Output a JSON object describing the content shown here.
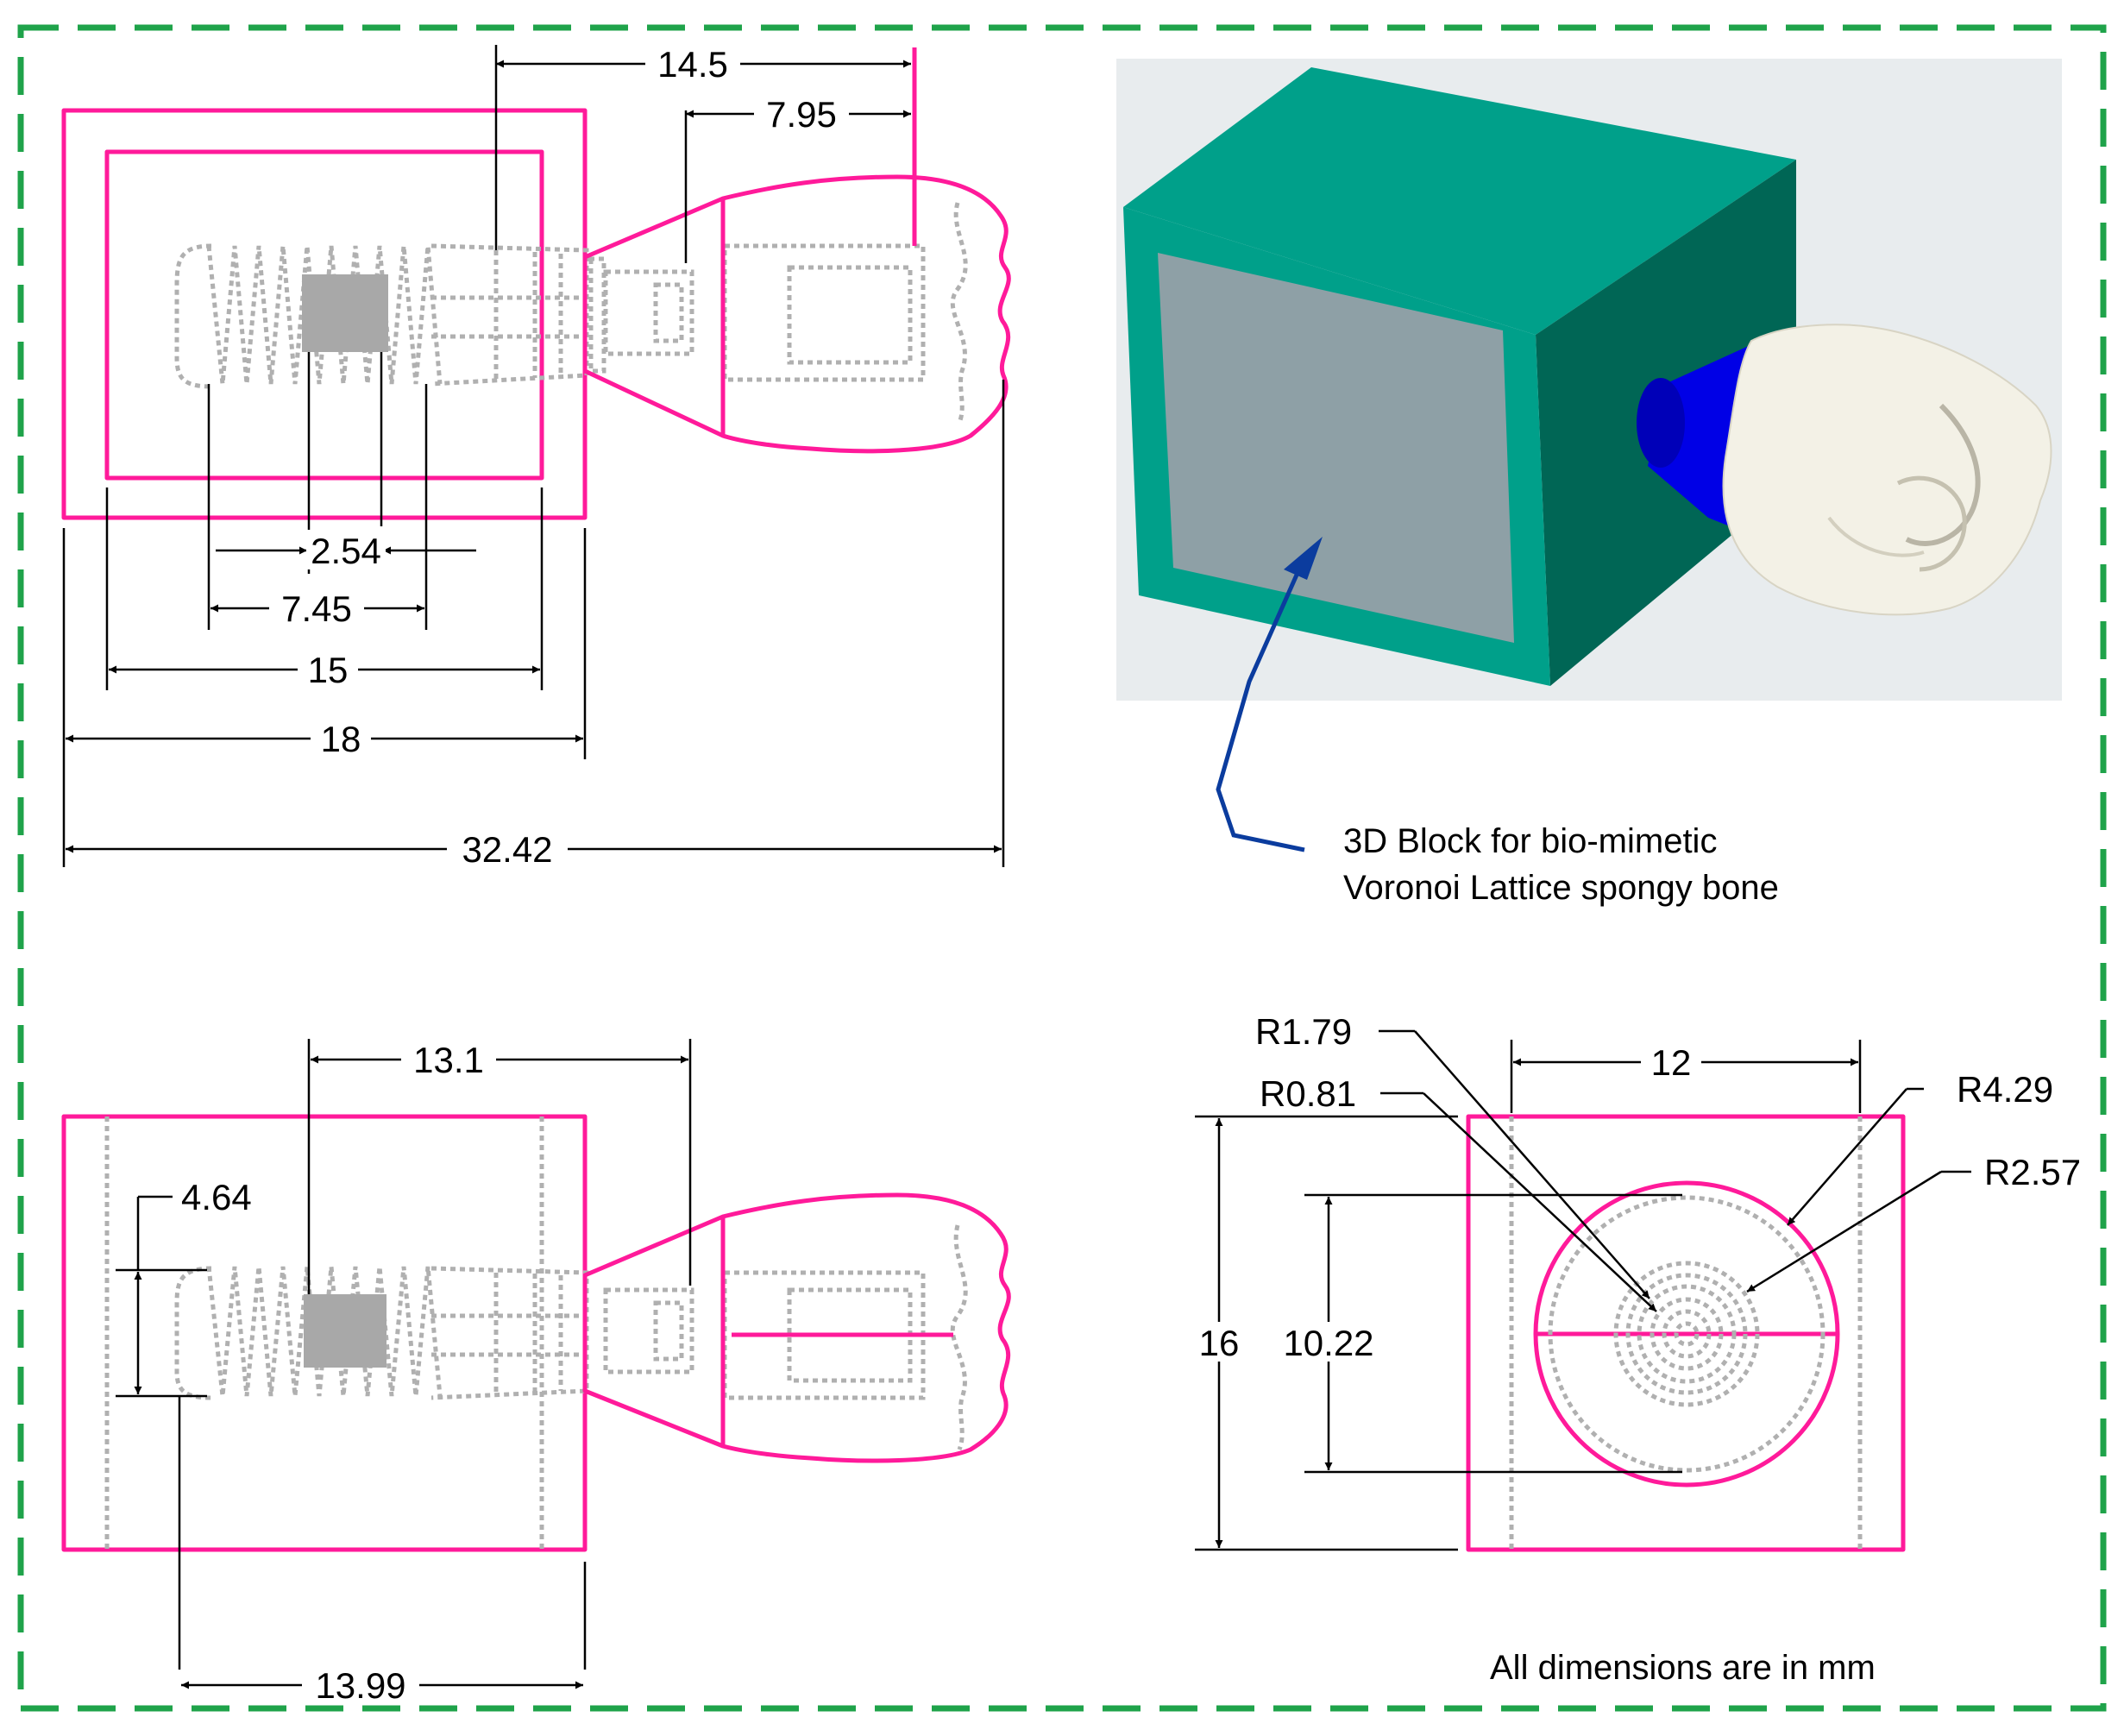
{
  "colors": {
    "border": "#1fa34a",
    "outline": "#ff1a9a",
    "hidden": "#b0b0b0",
    "block_front": "#00a08a",
    "block_side": "#006655",
    "block_cavity": "#8ea0a6",
    "cone": "#0000e6",
    "crown": "#f3f1e6",
    "render_bg": "#e8ecee",
    "callout_arrow": "#0b3c9e"
  },
  "top_view": {
    "dim_14_5": "14.5",
    "dim_7_95": "7.95",
    "dim_2_54": "2.54",
    "dim_7_45": "7.45",
    "dim_15": "15",
    "dim_18": "18",
    "dim_32_42": "32.42"
  },
  "front_view": {
    "dim_13_1": "13.1",
    "dim_4_64": "4.64",
    "dim_13_99": "13.99"
  },
  "side_view": {
    "dim_r1_79": "R1.79",
    "dim_r0_81": "R0.81",
    "dim_12": "12",
    "dim_r4_29": "R4.29",
    "dim_r2_57": "R2.57",
    "dim_16": "16",
    "dim_10_22": "10.22"
  },
  "render": {
    "callout_line1": "3D Block for bio-mimetic",
    "callout_line2": "Voronoi Lattice spongy bone"
  },
  "footer_note": "All dimensions are in mm"
}
